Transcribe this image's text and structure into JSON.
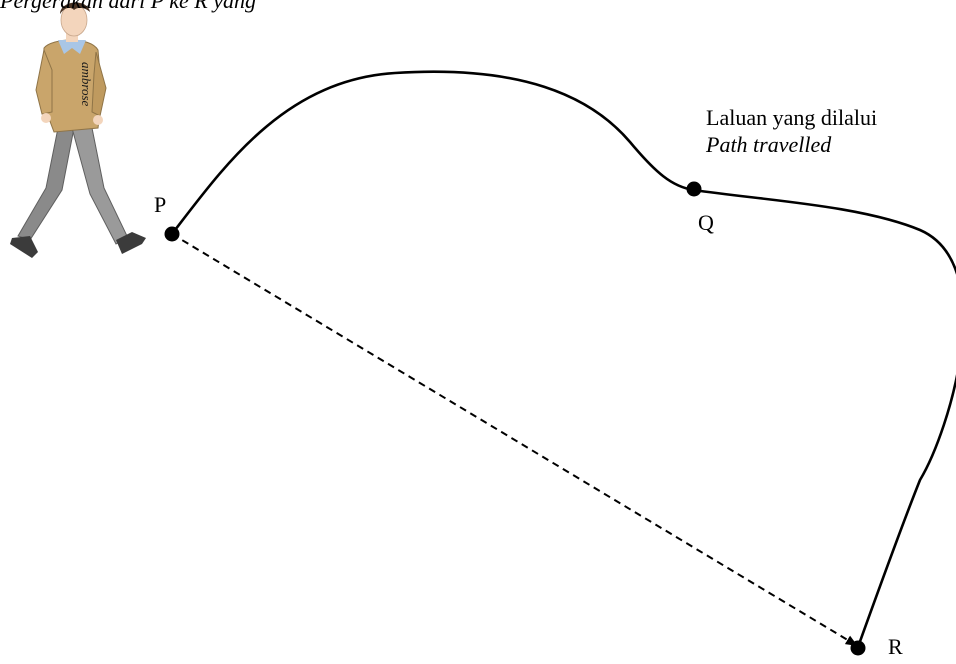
{
  "caption": {
    "partial_text": "Pergerakan dari P ke R yang"
  },
  "points": {
    "p": "P",
    "q": "Q",
    "r": "R"
  },
  "path_label": {
    "malay": "Laluan yang dilalui",
    "english": "Path travelled"
  },
  "figure": {
    "shirt_text": "ambrose"
  },
  "colors": {
    "ink": "#000000",
    "sweater": "#c9a56b",
    "trousers": "#8a8a8a",
    "collar": "#a9c6e6",
    "skin": "#f3d5bc",
    "hair": "#4a3424",
    "shoes": "#3b3b3b"
  }
}
